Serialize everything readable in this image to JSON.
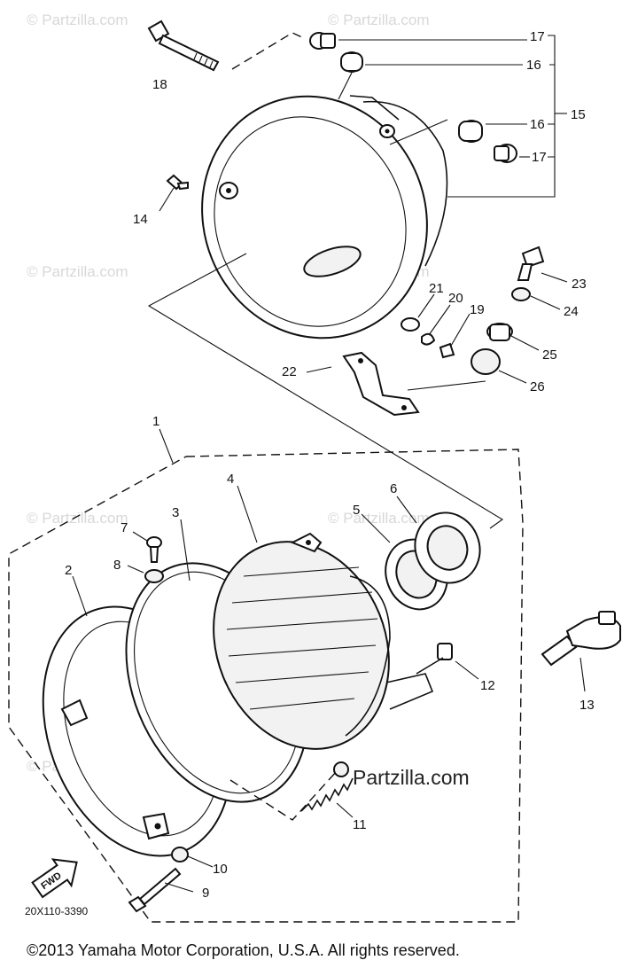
{
  "diagram": {
    "reference_code": "20X110-3390",
    "copyright": "©2013  Yamaha Motor Corporation, U.S.A. All rights reserved.",
    "watermark": "© Partzilla.com",
    "watermark_main": "Partzilla.com",
    "direction_tag": "FWD",
    "callouts": {
      "c1": "1",
      "c2": "2",
      "c3": "3",
      "c4": "4",
      "c5": "5",
      "c6": "6",
      "c7": "7",
      "c8": "8",
      "c9": "9",
      "c10": "10",
      "c11": "11",
      "c12": "12",
      "c13": "13",
      "c14": "14",
      "c15": "15",
      "c16a": "16",
      "c16b": "16",
      "c17a": "17",
      "c17b": "17",
      "c18": "18",
      "c19": "19",
      "c20": "20",
      "c21": "21",
      "c22": "22",
      "c23": "23",
      "c24": "24",
      "c25": "25",
      "c26": "26"
    }
  }
}
